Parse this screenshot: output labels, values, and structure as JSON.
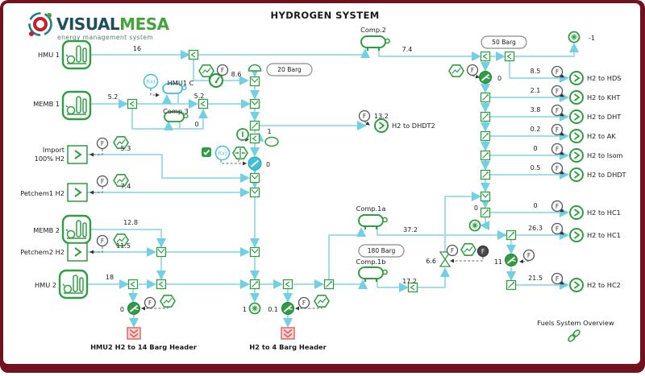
{
  "logo": {
    "visual": "VISUAL",
    "mesa": "MESA",
    "tagline": "energy management system"
  },
  "title": "HYDROGEN SYSTEM",
  "icons": {
    "flow_meter": "F",
    "function": "f(x)",
    "integrator": "I"
  },
  "pressure_headers": {
    "barg20": "20 Barg",
    "barg50": "50 Barg",
    "barg180": "180 Barg"
  },
  "sources": [
    {
      "label": "HMU 1",
      "value": "16"
    },
    {
      "label": "MEMB 1",
      "value": "5.2"
    },
    {
      "label": "Import",
      "label2": "100% H2",
      "value": "5.3"
    },
    {
      "label": "Petchem1 H2",
      "value": "7.4"
    },
    {
      "label": "MEMB 2",
      "value": "12.8"
    },
    {
      "label": "Petchem2 H2",
      "value": "11.5"
    },
    {
      "label": "HMU 2",
      "value": "18"
    }
  ],
  "compressors": {
    "comp2": "Comp.2",
    "comp3": "Comp.3",
    "hmu1c": "HMU1 C",
    "comp1a": "Comp.1a",
    "comp1b": "Comp.1b"
  },
  "flows": {
    "comp2_out": "7.4",
    "surplus_50barg": "-1",
    "to_20barg": "8.6",
    "hmu1c_out": "5.2",
    "comp3_recycle": "0",
    "splitter_1": "1",
    "valve_20barg": "0",
    "valve_50barg": "0",
    "comp1a_out": "37.2",
    "comp1b_out": "17.2",
    "bowtie_valve": "6.6",
    "valve_hc": "11",
    "split_hc1": "0",
    "valve_14barg": "0",
    "flare_4barg": "1",
    "valve_4barg": "0.1"
  },
  "demands": [
    {
      "label": "H2 to HDS",
      "value": "8.5"
    },
    {
      "label": "H2 to KHT",
      "value": "2.1"
    },
    {
      "label": "H2 to DHT",
      "value": "3.8"
    },
    {
      "label": "H2 to AK",
      "value": "0.2"
    },
    {
      "label": "H2 to Isom",
      "value": "0"
    },
    {
      "label": "H2 to DHDT",
      "value": "0.5"
    },
    {
      "label": "H2 to HC1",
      "value": "0"
    },
    {
      "label": "H2 to HC1",
      "value": "26.3"
    },
    {
      "label": "H2 to HC2",
      "value": "21.5"
    }
  ],
  "dhdt2": {
    "label": "H2 to DHDT2",
    "value": "13.2"
  },
  "bottom_headers": {
    "barg14": "HMU2 H2 to 14 Barg Header",
    "barg4": "H2 to 4 Barg Header"
  },
  "link": {
    "label": "Fuels System Overview"
  }
}
